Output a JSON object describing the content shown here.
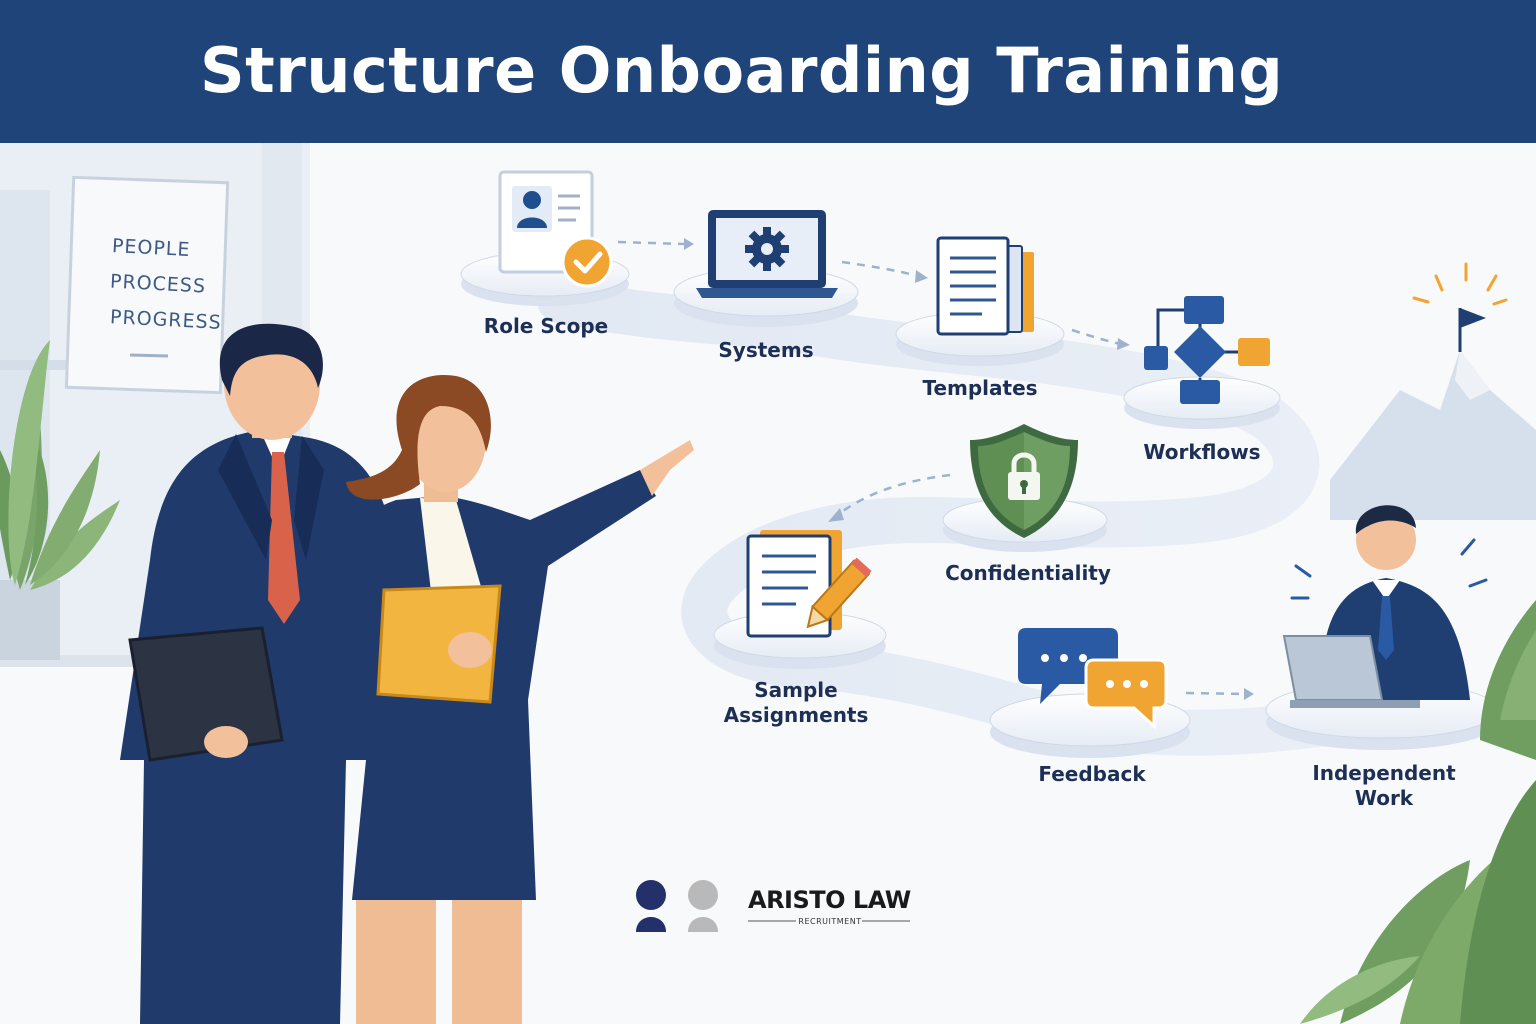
{
  "header": {
    "title": "Structure Onboarding Training"
  },
  "office_sign": {
    "lines": [
      "PEOPLE",
      "PROCESS",
      "PROGRESS"
    ]
  },
  "steps": [
    {
      "label": "Role Scope",
      "icon": "profile-card-check-icon"
    },
    {
      "label": "Systems",
      "icon": "laptop-gear-icon"
    },
    {
      "label": "Templates",
      "icon": "documents-icon"
    },
    {
      "label": "Workflows",
      "icon": "flowchart-icon"
    },
    {
      "label": "Confidentiality",
      "icon": "shield-lock-icon"
    },
    {
      "label": "Sample\nAssignments",
      "icon": "document-pencil-icon"
    },
    {
      "label": "Feedback",
      "icon": "chat-bubbles-icon"
    },
    {
      "label": "Independent\nWork",
      "icon": "person-laptop-icon"
    }
  ],
  "logo": {
    "name": "ARISTO LAW",
    "tagline": "RECRUITMENT"
  },
  "colors": {
    "header_bg": "#1f4479",
    "navy": "#1f3f73",
    "accent_orange": "#f0a431",
    "shield_green": "#5f8f52",
    "text_dark": "#1d2f55"
  }
}
